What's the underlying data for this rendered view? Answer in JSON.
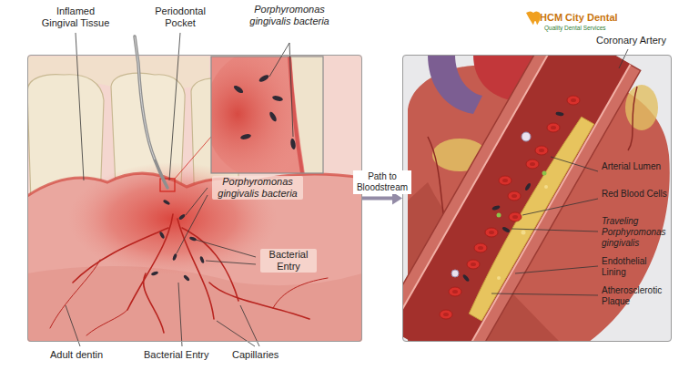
{
  "diagram": {
    "nodes": [
      {
        "text": [
          "Porphyromonas gingivalis bacteria",
          "Bacterial Entry"
        ]
      },
      {
        "text": [
          "Arterial Lumen",
          "Red Blood Cells",
          "Traveling Porphyromonas gingivalis",
          "Endothelial Lining",
          "Atherosclerotic Plaque"
        ]
      }
    ],
    "edges": [
      {
        "from": 0,
        "to": 1,
        "arrow": "to",
        "label": "Path to Bloodstream"
      }
    ],
    "labels": [
      "Inflamed Gingival Tissue",
      "Periodontal Pocket",
      "Porphyromonas gingivalis bacteria",
      "Adult dentin",
      "Bacterial Entry",
      "Capillaries",
      "HCM City Dental",
      "Quality Dental Services",
      "Coronary Artery"
    ]
  }
}
